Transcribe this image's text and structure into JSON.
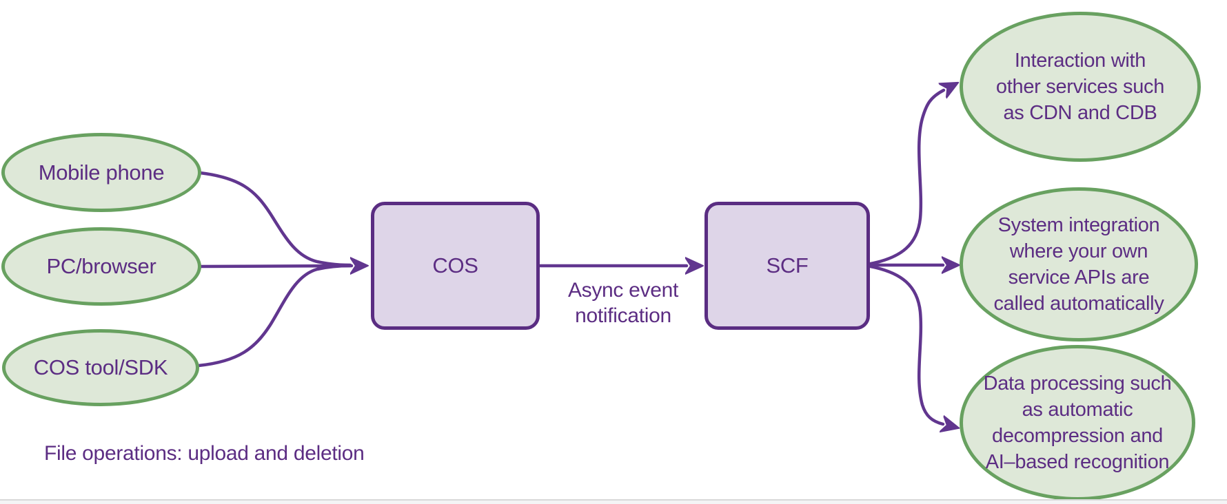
{
  "diagram": {
    "sources": [
      {
        "label": "Mobile phone"
      },
      {
        "label": "PC/browser"
      },
      {
        "label": "COS tool/SDK"
      }
    ],
    "cos_label": "COS",
    "scf_label": "SCF",
    "edge_label_line1": "Async event",
    "edge_label_line2": "notification",
    "targets": [
      {
        "line1": "Interaction with",
        "line2": "other services such",
        "line3": "as CDN and CDB"
      },
      {
        "line1": "System integration",
        "line2": "where your own",
        "line3": "service APIs are",
        "line4": "called automatically"
      },
      {
        "line1": "Data processing such",
        "line2": "as automatic",
        "line3": "decompression and",
        "line4": "AI–based recognition"
      }
    ],
    "caption": "File operations: upload and deletion"
  },
  "colors": {
    "purple_text": "#5c2d83",
    "purple_stroke": "#61368f",
    "box_border": "#5a2d82",
    "box_fill": "#ded5e8",
    "ellipse_border": "#68a160",
    "ellipse_fill": "#dee8d8",
    "divider": "#d8d8d8",
    "footer_bg": "#f4f4f5",
    "background": "#ffffff"
  }
}
